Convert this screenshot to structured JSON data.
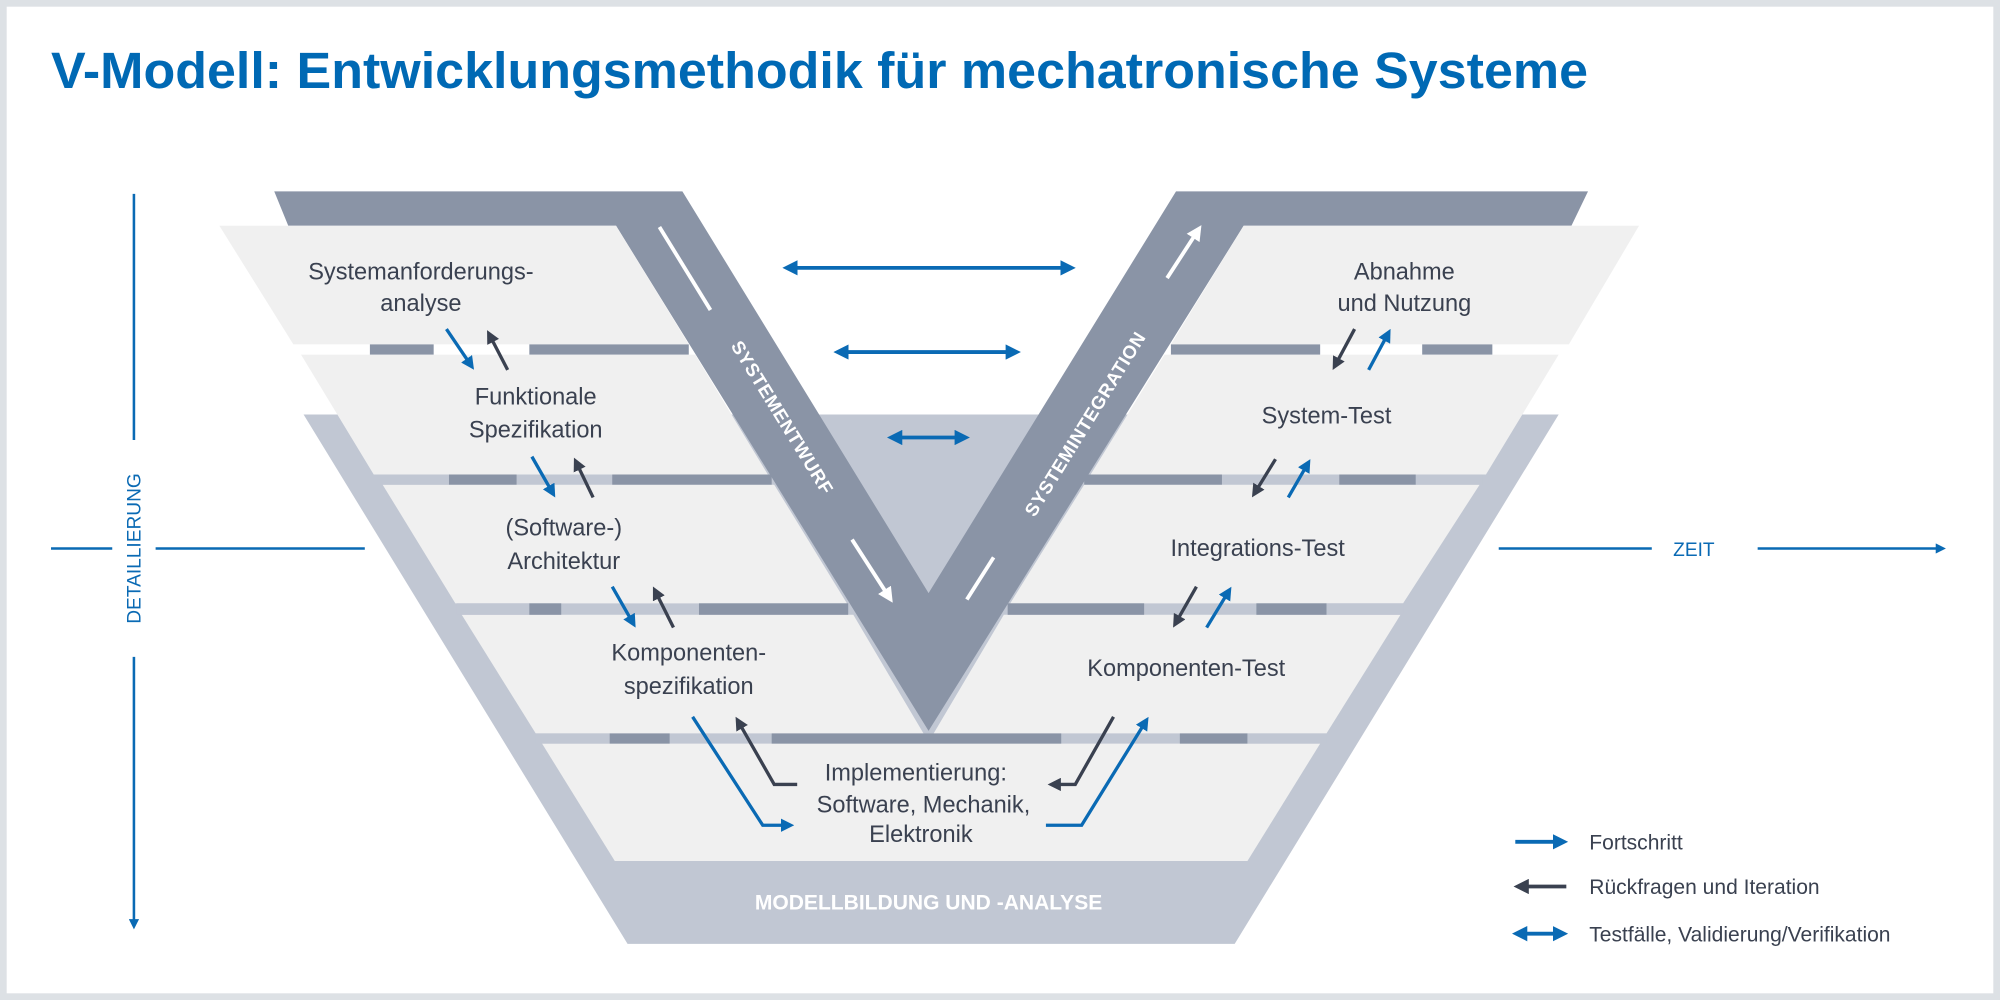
{
  "title": "V-Modell: Entwicklungsmethodik für mechatronische Systeme",
  "colors": {
    "accent": "#0a6ab4",
    "dark": "#3a4150",
    "arm": "#8a94a6",
    "band": "#c1c7d3",
    "panel": "#f0f0f0",
    "frame": "#dde1e5"
  },
  "axes": {
    "vertical": "DETAILLIERUNG",
    "horizontal": "ZEIT"
  },
  "arms": {
    "left": "SYSTEMENTWURF",
    "right": "SYSTEMINTEGRATION",
    "bottom": "MODELLBILDUNG UND -ANALYSE"
  },
  "left_phases": [
    {
      "line1": "Systemanforderungs-",
      "line2": "analyse"
    },
    {
      "line1": "Funktionale",
      "line2": "Spezifikation"
    },
    {
      "line1": "(Software-)",
      "line2": "Architektur"
    },
    {
      "line1": "Komponenten-",
      "line2": "spezifikation"
    }
  ],
  "implementation": {
    "line1": "Implementierung:",
    "line2": "Software, Mechanik,",
    "line3": "Elektronik"
  },
  "right_phases": [
    {
      "line1": "Abnahme",
      "line2": "und Nutzung"
    },
    {
      "line1": "System-Test"
    },
    {
      "line1": "Integrations-Test"
    },
    {
      "line1": "Komponenten-Test"
    }
  ],
  "legend": [
    {
      "icon": "arrow-right-icon",
      "label": "Fortschritt"
    },
    {
      "icon": "arrow-left-icon",
      "label": "Rückfragen und Iteration"
    },
    {
      "icon": "double-arrow-icon",
      "label": "Testfälle, Validierung/Verifikation"
    }
  ]
}
